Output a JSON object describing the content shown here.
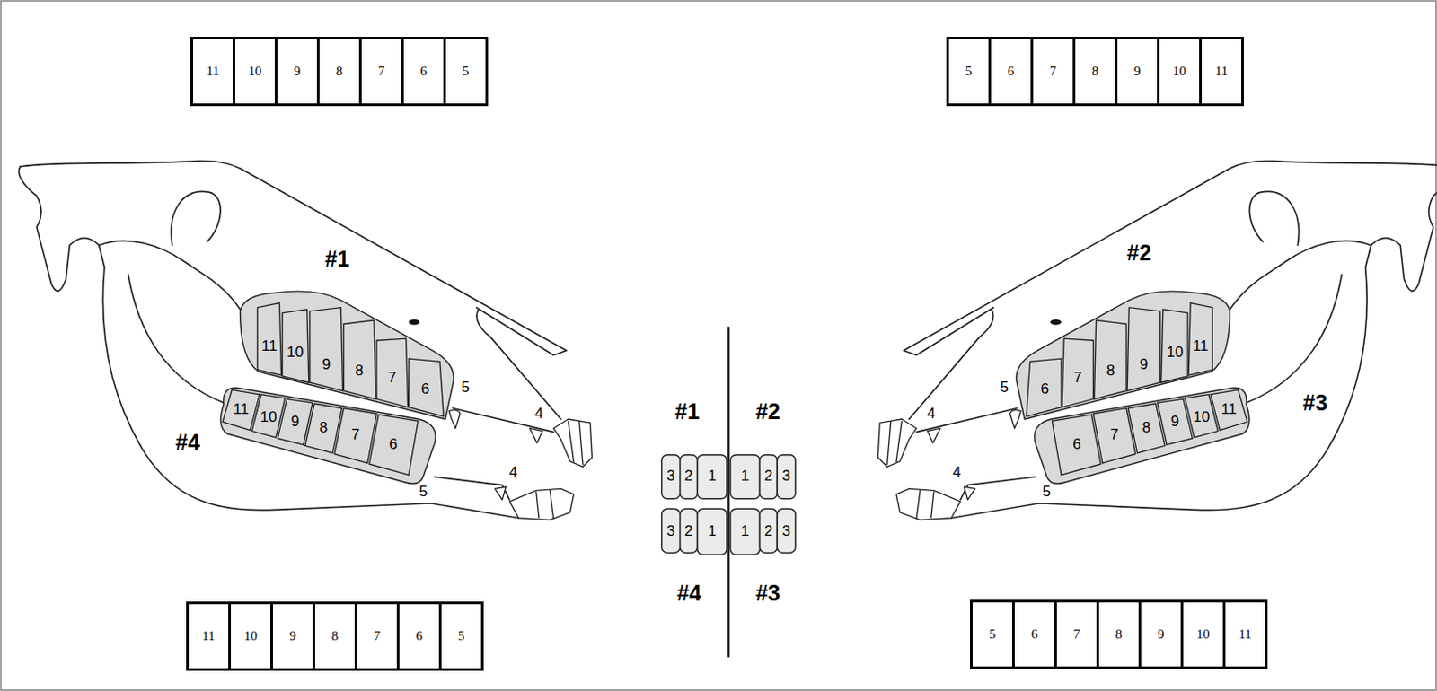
{
  "diagram": {
    "nodes": [
      {
        "text": [
          "11"
        ]
      },
      {
        "text": [
          "10"
        ]
      },
      {
        "text": [
          "9"
        ]
      },
      {
        "text": [
          "8"
        ]
      },
      {
        "text": [
          "7"
        ]
      },
      {
        "text": [
          "6"
        ]
      },
      {
        "text": [
          "5"
        ]
      },
      {
        "text": [
          "5"
        ]
      },
      {
        "text": [
          "6"
        ]
      },
      {
        "text": [
          "7"
        ]
      },
      {
        "text": [
          "8"
        ]
      },
      {
        "text": [
          "9"
        ]
      },
      {
        "text": [
          "10"
        ]
      },
      {
        "text": [
          "11"
        ]
      },
      {
        "text": [
          "11"
        ]
      },
      {
        "text": [
          "10"
        ]
      },
      {
        "text": [
          "9"
        ]
      },
      {
        "text": [
          "8"
        ]
      },
      {
        "text": [
          "7"
        ]
      },
      {
        "text": [
          "6"
        ]
      },
      {
        "text": [
          "5"
        ]
      },
      {
        "text": [
          "5"
        ]
      },
      {
        "text": [
          "6"
        ]
      },
      {
        "text": [
          "7"
        ]
      },
      {
        "text": [
          "8"
        ]
      },
      {
        "text": [
          "9"
        ]
      },
      {
        "text": [
          "10"
        ]
      },
      {
        "text": [
          "11"
        ]
      }
    ],
    "labels": [
      "#1",
      "11",
      "10",
      "9",
      "8",
      "7",
      "6",
      "5",
      "4",
      "11",
      "10",
      "9",
      "8",
      "7",
      "6",
      "5",
      "4",
      "#4",
      "#1",
      "#2",
      "3",
      "2",
      "1",
      "1",
      "2",
      "3",
      "3",
      "2",
      "1",
      "1",
      "2",
      "3",
      "#4",
      "#3",
      "#2",
      "4",
      "5",
      "6",
      "7",
      "8",
      "9",
      "10",
      "11",
      "#3",
      "4",
      "5",
      "6",
      "7",
      "8",
      "9",
      "10",
      "11"
    ]
  }
}
